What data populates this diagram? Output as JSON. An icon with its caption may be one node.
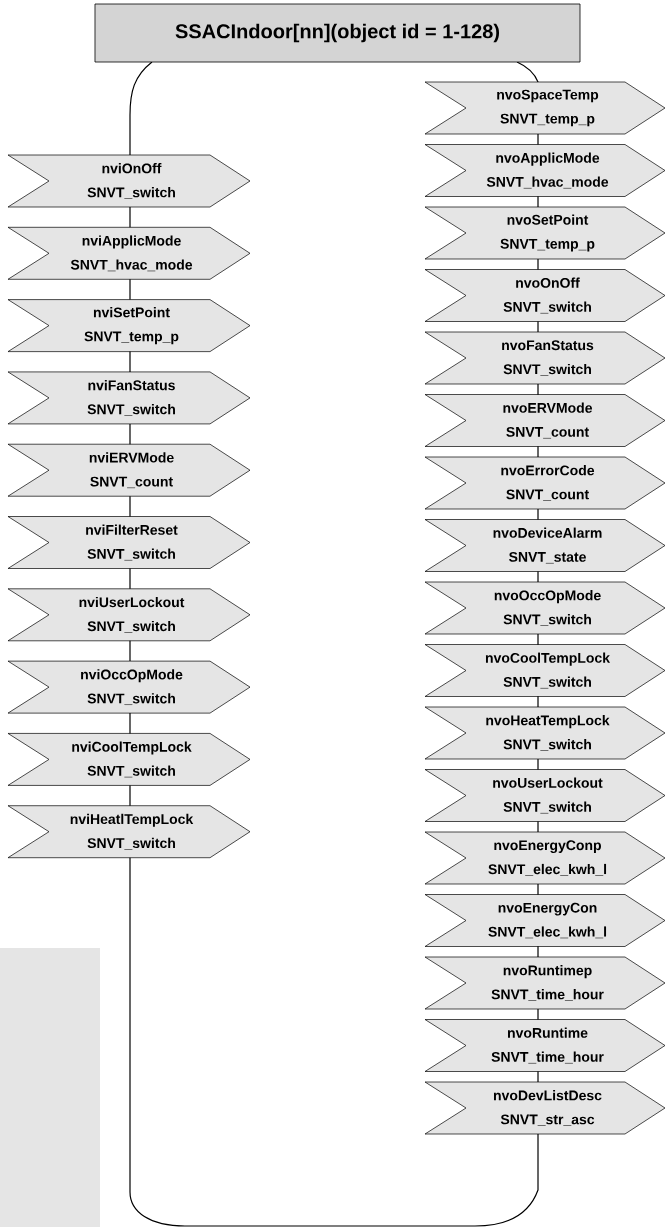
{
  "diagram": {
    "nodes": [
      {
        "text": [
          "SSACIndoor[nn](object id = 1-128)"
        ]
      },
      {
        "text": [
          "nviOnOff",
          "SNVT_switch"
        ]
      },
      {
        "text": [
          "nviApplicMode",
          "SNVT_hvac_mode"
        ]
      },
      {
        "text": [
          "nviSetPoint",
          "SNVT_temp_p"
        ]
      },
      {
        "text": [
          "nviFanStatus",
          "SNVT_switch"
        ]
      },
      {
        "text": [
          "nviERVMode",
          "SNVT_count"
        ]
      },
      {
        "text": [
          "nviFilterReset",
          "SNVT_switch"
        ]
      },
      {
        "text": [
          "nviUserLockout",
          "SNVT_switch"
        ]
      },
      {
        "text": [
          "nviOccOpMode",
          "SNVT_switch"
        ]
      },
      {
        "text": [
          "nviCoolTempLock",
          "SNVT_switch"
        ]
      },
      {
        "text": [
          "nviHeatlTempLock",
          "SNVT_switch"
        ]
      },
      {
        "text": [
          "nvoSpaceTemp",
          "SNVT_temp_p"
        ]
      },
      {
        "text": [
          "nvoApplicMode",
          "SNVT_hvac_mode"
        ]
      },
      {
        "text": [
          "nvoSetPoint",
          "SNVT_temp_p"
        ]
      },
      {
        "text": [
          "nvoOnOff",
          "SNVT_switch"
        ]
      },
      {
        "text": [
          "nvoFanStatus",
          "SNVT_switch"
        ]
      },
      {
        "text": [
          "nvoERVMode",
          "SNVT_count"
        ]
      },
      {
        "text": [
          "nvoErrorCode",
          "SNVT_count"
        ]
      },
      {
        "text": [
          "nvoDeviceAlarm",
          "SNVT_state"
        ]
      },
      {
        "text": [
          "nvoOccOpMode",
          "SNVT_switch"
        ]
      },
      {
        "text": [
          "nvoCoolTempLock",
          "SNVT_switch"
        ]
      },
      {
        "text": [
          "nvoHeatTempLock",
          "SNVT_switch"
        ]
      },
      {
        "text": [
          "nvoUserLockout",
          "SNVT_switch"
        ]
      },
      {
        "text": [
          "nvoEnergyConp",
          "SNVT_elec_kwh_l"
        ]
      },
      {
        "text": [
          "nvoEnergyCon",
          "SNVT_elec_kwh_l"
        ]
      },
      {
        "text": [
          "nvoRuntimep",
          "SNVT_time_hour"
        ]
      },
      {
        "text": [
          "nvoRuntime",
          "SNVT_time_hour"
        ]
      },
      {
        "text": [
          "nvoDevListDesc",
          "SNVT_str_asc"
        ]
      }
    ]
  }
}
